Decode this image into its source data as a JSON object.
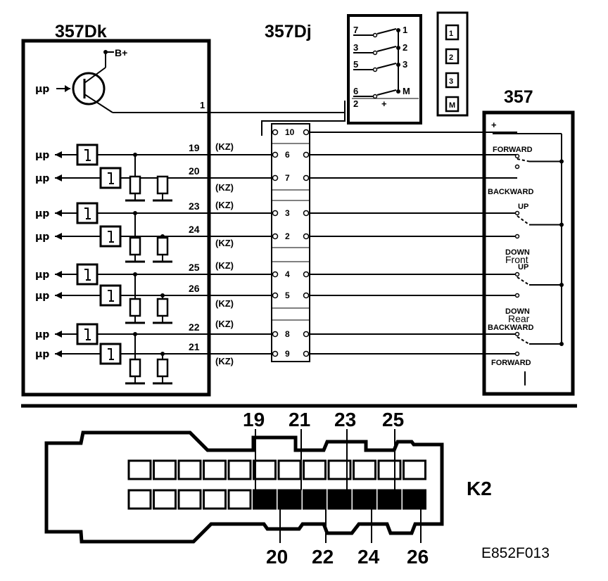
{
  "modules": {
    "left_title": "357Dk",
    "middle_title": "357Dj",
    "right_title": "357"
  },
  "supply_label": "B+",
  "mu_label": "µp",
  "pin1_label": "1",
  "kz_label": "(KZ)",
  "rows": [
    {
      "pin": "19",
      "conn": "6"
    },
    {
      "pin": "20",
      "conn": "7"
    },
    {
      "pin": "23",
      "conn": "3"
    },
    {
      "pin": "24",
      "conn": "2"
    },
    {
      "pin": "25",
      "conn": "4"
    },
    {
      "pin": "26",
      "conn": "5"
    },
    {
      "pin": "22",
      "conn": "8"
    },
    {
      "pin": "21",
      "conn": "9"
    }
  ],
  "conn_top": "10",
  "switch_block": {
    "rows": [
      {
        "left": "7",
        "right": "1"
      },
      {
        "left": "3",
        "right": "2"
      },
      {
        "left": "5",
        "right": "3"
      },
      {
        "left": "6",
        "right": "M"
      },
      {
        "left": "2",
        "right": "+"
      }
    ]
  },
  "memory_buttons": [
    "1",
    "2",
    "3",
    "M"
  ],
  "switch_labels": {
    "plus": "+",
    "forward_top": "FORWARD",
    "backward_top": "BACKWARD",
    "up_front": "UP",
    "down_front": "DOWN",
    "front": "Front",
    "up_rear": "UP",
    "down_rear": "DOWN",
    "rear": "Rear",
    "backward_bottom": "BACKWARD",
    "forward_bottom": "FORWARD"
  },
  "connector": {
    "name": "K2",
    "top_pins": [
      "19",
      "21",
      "23",
      "25"
    ],
    "bottom_pins": [
      "20",
      "22",
      "24",
      "26"
    ]
  },
  "figure_code": "E852F013"
}
